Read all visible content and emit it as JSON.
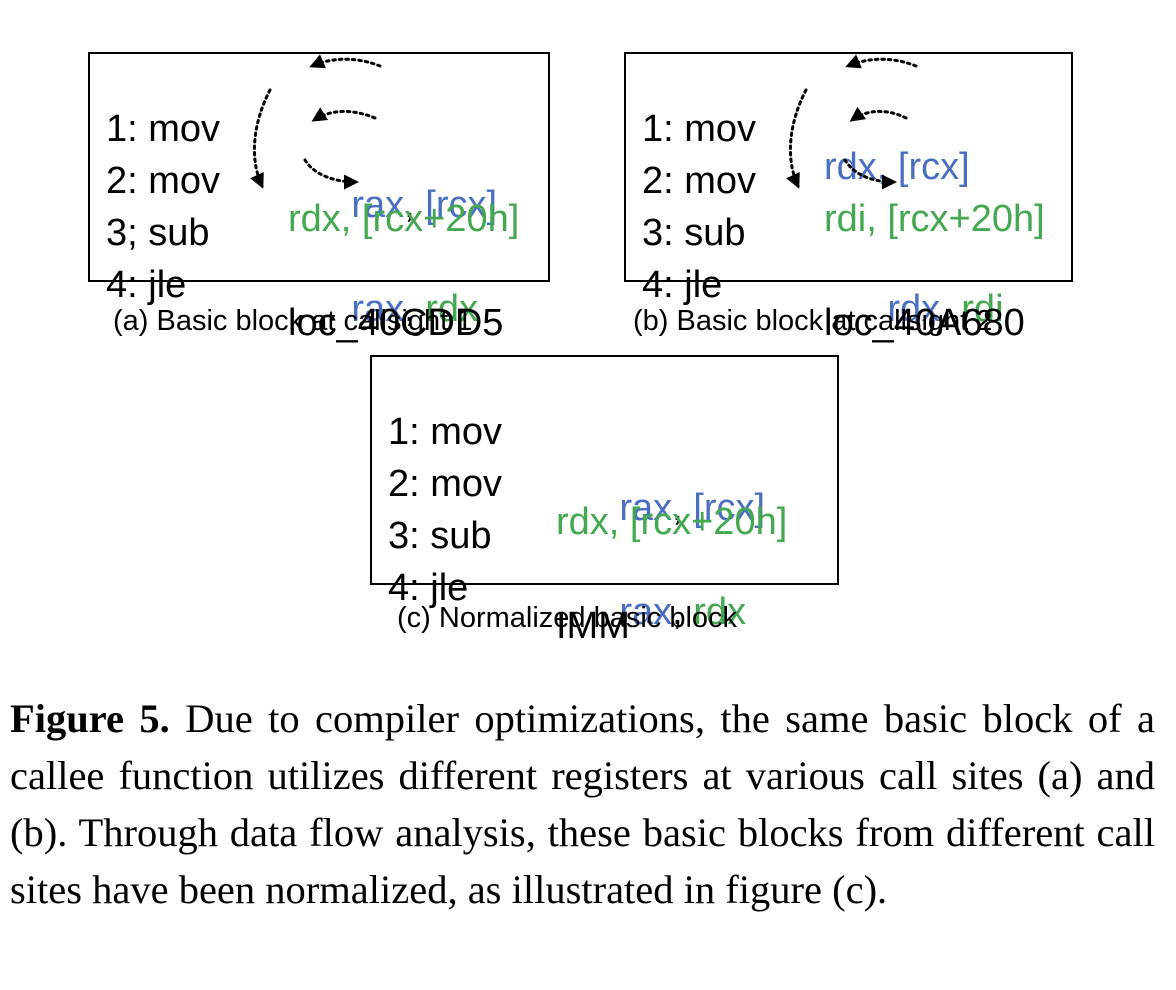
{
  "panels": [
    {
      "caption": "(a) Basic block at callsight 1",
      "lines": [
        {
          "op": "1: mov",
          "args": [
            {
              "t": "rax",
              "c": "blue"
            },
            {
              "t": ", ",
              "c": "black"
            },
            {
              "t": "[rcx]",
              "c": "blue"
            }
          ]
        },
        {
          "op": "2: mov",
          "args": [
            {
              "t": "rdx, [rcx+20h]",
              "c": "green"
            }
          ]
        },
        {
          "op": "3; sub",
          "args": [
            {
              "t": "rax",
              "c": "blue"
            },
            {
              "t": ", ",
              "c": "black"
            },
            {
              "t": "rdx",
              "c": "green"
            }
          ]
        },
        {
          "op": "4: jle",
          "args": [
            {
              "t": "loc_40CDD5",
              "c": "black"
            }
          ]
        }
      ]
    },
    {
      "caption": "(b) Basic block at callsight 2",
      "lines": [
        {
          "op": "1: mov",
          "args": [
            {
              "t": "rdx, [rcx]",
              "c": "blue"
            }
          ]
        },
        {
          "op": "2: mov",
          "args": [
            {
              "t": "rdi, [rcx+20h]",
              "c": "green"
            }
          ]
        },
        {
          "op": "3: sub",
          "args": [
            {
              "t": "rdx",
              "c": "blue"
            },
            {
              "t": ", ",
              "c": "black"
            },
            {
              "t": "rdi",
              "c": "green"
            }
          ]
        },
        {
          "op": "4: jle",
          "args": [
            {
              "t": "loc_40A680",
              "c": "black"
            }
          ]
        }
      ]
    },
    {
      "caption": "(c) Normalized basic block",
      "lines": [
        {
          "op": "1: mov",
          "args": [
            {
              "t": "rax",
              "c": "blue"
            },
            {
              "t": ", ",
              "c": "black"
            },
            {
              "t": "[rcx]",
              "c": "blue"
            }
          ]
        },
        {
          "op": "2: mov",
          "args": [
            {
              "t": "rdx, [rcx+20h]",
              "c": "green"
            }
          ]
        },
        {
          "op": "3: sub",
          "args": [
            {
              "t": "rax",
              "c": "blue"
            },
            {
              "t": ", ",
              "c": "black"
            },
            {
              "t": "rdx",
              "c": "green"
            }
          ]
        },
        {
          "op": "4: jle",
          "args": [
            {
              "t": "IMM",
              "c": "black"
            }
          ]
        }
      ]
    }
  ],
  "figure_caption": {
    "label": "Figure 5.",
    "text": " Due to compiler optimizations, the same basic block of a callee function utilizes different registers at various call sites (a) and (b). Through data flow analysis, these basic blocks from different call sites have been normalized, as illustrated in figure (c)."
  },
  "colors": {
    "blue": "#4a6fc2",
    "green": "#43a84f",
    "black": "#000000"
  }
}
